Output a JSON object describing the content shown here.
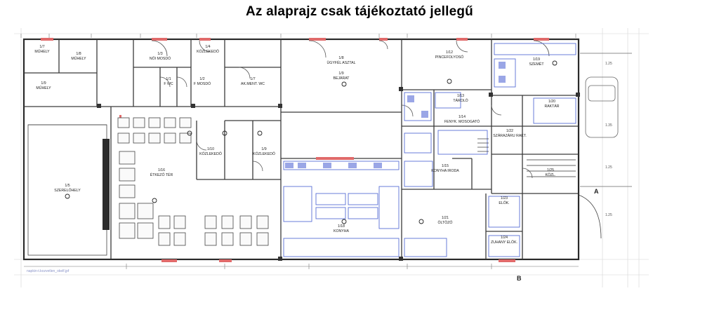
{
  "title": "Az alaprajz csak tájékoztató jellegű",
  "colors": {
    "line": "#3a3a3a",
    "grid": "#c9c9c9",
    "door": "#e06060",
    "blue": "#5a6fd6",
    "hatch": "#333333"
  },
  "rooms": [
    {
      "id": "r-muhely1",
      "name": "MŰHELY",
      "num": "1/7"
    },
    {
      "id": "r-muhely2",
      "name": "MŰHELY",
      "num": "1/8"
    },
    {
      "id": "r-muhely3",
      "name": "MŰHELY",
      "num": "1/9"
    },
    {
      "id": "r-szerelo",
      "name": "SZERELŐHELY",
      "num": "1/5"
    },
    {
      "id": "r-noi-mosdo",
      "name": "NŐI MOSDÓ",
      "num": "1/3"
    },
    {
      "id": "r-kozlekedo1",
      "name": "KÖZLEKEDŐ",
      "num": "1/4"
    },
    {
      "id": "r-f-wc",
      "name": "F WC",
      "num": "1/1"
    },
    {
      "id": "r-f-mosdo",
      "name": "F MOSDÓ",
      "num": "1/2"
    },
    {
      "id": "r-akment-wc",
      "name": "AK.MENT. WC",
      "num": "1/7"
    },
    {
      "id": "r-ugyfel",
      "name": "ÜGYFÉL ASZTAL",
      "num": "1/8"
    },
    {
      "id": "r-bejarat",
      "name": "BEJÁRAT",
      "num": "1/9"
    },
    {
      "id": "r-pincefolyoso",
      "name": "PINCEFOLYOSÓ",
      "num": "1/12"
    },
    {
      "id": "r-etkezo",
      "name": "ÉTKEZŐ TÉR",
      "num": "1/16"
    },
    {
      "id": "r-kozlekedo2",
      "name": "KÖZLEKEDŐ",
      "num": "1/10"
    },
    {
      "id": "r-kozlekedo3",
      "name": "KÖZLEKEDŐ",
      "num": "1/9"
    },
    {
      "id": "r-konyha",
      "name": "KONYHA",
      "num": "1/18"
    },
    {
      "id": "r-tarolo",
      "name": "TÁROLÓ",
      "num": "1/13"
    },
    {
      "id": "r-fenyk",
      "name": "FENYK. MOSOGATÓ",
      "num": "1/14"
    },
    {
      "id": "r-szemet",
      "name": "SZEMÉT",
      "num": "1/19"
    },
    {
      "id": "r-raktar",
      "name": "RAKTÁR",
      "num": "1/20"
    },
    {
      "id": "r-konyha-iroda",
      "name": "KONYHA IRODA",
      "num": "1/15"
    },
    {
      "id": "r-oltozo",
      "name": "ÖLTÖZŐ",
      "num": "1/21"
    },
    {
      "id": "r-szarazaru",
      "name": "SZÁRAZÁRU RAKT.",
      "num": "1/22"
    },
    {
      "id": "r-elok",
      "name": "ELŐK.",
      "num": "1/23"
    },
    {
      "id": "r-zuhany",
      "name": "ZUHANY ELŐK.",
      "num": "1/24"
    },
    {
      "id": "r-kozlekedo4",
      "name": "KÖZL.",
      "num": "1/25"
    }
  ],
  "section_marks": [
    "A",
    "B"
  ],
  "footer_note": "napkin-t.kozvetlen_okelf.jpf"
}
